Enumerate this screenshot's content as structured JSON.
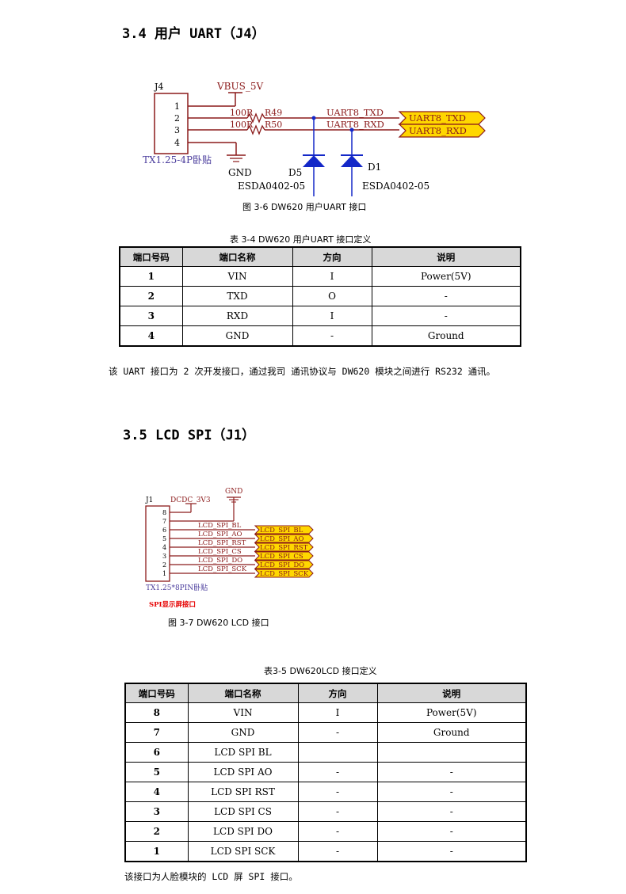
{
  "section1": {
    "heading": "3.4 用户 UART（J4）",
    "figure": {
      "connector_ref": "J4",
      "pins": [
        "1",
        "2",
        "3",
        "4"
      ],
      "power_net": "VBUS_5V",
      "r1_value": "100R",
      "r1_ref": "R49",
      "r2_value": "100R",
      "r2_ref": "R50",
      "net_txd": "UART8_TXD",
      "net_rxd": "UART8_RXD",
      "port_txd": "UART8_TXD",
      "port_rxd": "UART8_RXD",
      "connector_part": "TX1.25-4P卧贴",
      "gnd": "GND",
      "d5_ref": "D5",
      "d5_part": "ESDA0402-05",
      "d1_ref": "D1",
      "d1_part": "ESDA0402-05"
    },
    "figure_caption": "图 3-6   DW620   用户UART 接口",
    "table_caption": "表 3-4    DW620   用户UART 接口定义",
    "table": {
      "headers": [
        "端口号码",
        "端口名称",
        "方向",
        "说明"
      ],
      "rows": [
        [
          "1",
          "VIN",
          "I",
          "Power(5V)"
        ],
        [
          "2",
          "TXD",
          "O",
          "-"
        ],
        [
          "3",
          "RXD",
          "I",
          "-"
        ],
        [
          "4",
          "GND",
          "-",
          "Ground"
        ]
      ]
    },
    "paragraph": "该 UART 接口为 2 次开发接口，通过我司 通讯协议与 DW620 模块之间进行 RS232 通讯。"
  },
  "section2": {
    "heading": "3.5 LCD SPI（J1）",
    "figure": {
      "connector_ref": "J1",
      "power_net": "DCDC_3V3",
      "gnd": "GND",
      "pins": [
        "8",
        "7",
        "6",
        "5",
        "4",
        "3",
        "2",
        "1"
      ],
      "nets": [
        "LCD_SPI_BL",
        "LCD_SPI_AO",
        "LCD_SPI_RST",
        "LCD_SPI_CS",
        "LCD_SPI_DO",
        "LCD_SPI_SCK"
      ],
      "ports": [
        "LCD_SPI_BL",
        "LCD_SPI_AO",
        "LCD_SPI_RST",
        "LCD_SPI_CS",
        "LCD_SPI_DO",
        "LCD_SPI_SCK"
      ],
      "connector_part": "TX1.25*8PIN卧贴",
      "note": "SPI显示屏接口"
    },
    "figure_caption": "图 3-7    DW620 LCD   接口",
    "table_caption": "表3-5    DW620LCD  接口定义",
    "table": {
      "headers": [
        "端口号码",
        "端口名称",
        "方向",
        "说明"
      ],
      "rows": [
        [
          "8",
          "VIN",
          "I",
          "Power(5V)"
        ],
        [
          "7",
          "GND",
          "-",
          "Ground"
        ],
        [
          "6",
          "LCD SPI BL",
          "",
          ""
        ],
        [
          "5",
          "LCD SPI AO",
          "-",
          "-"
        ],
        [
          "4",
          "LCD SPI RST",
          "-",
          "-"
        ],
        [
          "3",
          "LCD SPI CS",
          "-",
          "-"
        ],
        [
          "2",
          "LCD SPI DO",
          "-",
          "-"
        ],
        [
          "1",
          "LCD SPI SCK",
          "-",
          "-"
        ]
      ]
    },
    "paragraph": "该接口为人脸模块的 LCD 屏 SPI 接口。"
  },
  "colors": {
    "wire": "#8b1a1a",
    "port_fill": "#ffd700",
    "diode_fill": "#1428c8",
    "note_red": "#e60000",
    "header_fill": "#d8d8d8"
  }
}
